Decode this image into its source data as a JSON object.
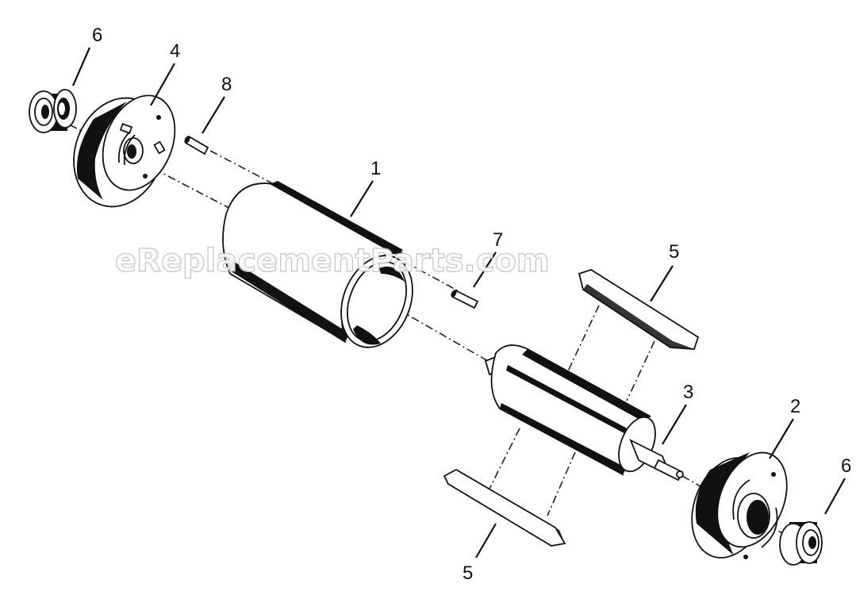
{
  "watermark": "eReplacementParts.com",
  "callouts": {
    "housing": "1",
    "end_plate_right": "2",
    "rotor": "3",
    "end_plate_left": "4",
    "vane_top": "5",
    "vane_bottom": "5",
    "bearing_left": "6",
    "bearing_right": "6",
    "pin_right": "7",
    "pin_left": "8"
  },
  "colors": {
    "line": "#111111",
    "fill": "#ffffff",
    "watermark": "#bdbdbd"
  }
}
